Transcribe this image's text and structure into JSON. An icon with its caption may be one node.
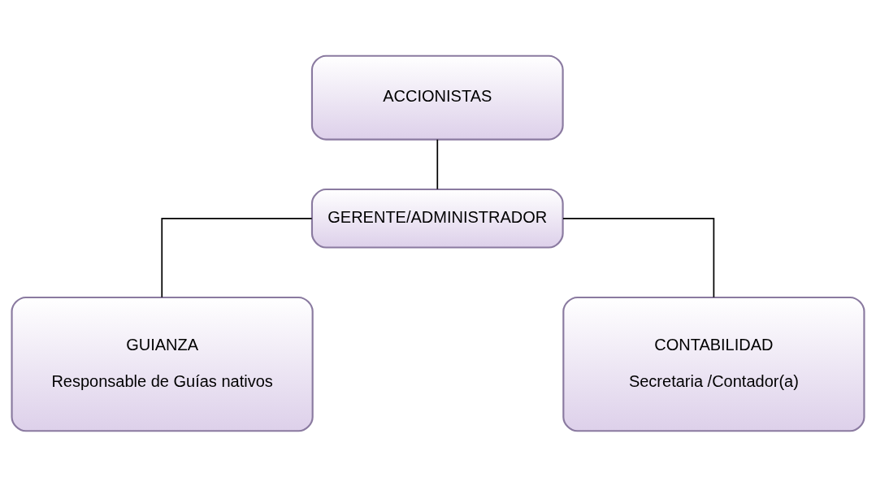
{
  "diagram": {
    "nodes": [
      {
        "text": [
          "ACCIONISTAS"
        ]
      },
      {
        "text": [
          "GERENTE/ADMINISTRADOR"
        ]
      },
      {
        "text": [
          "GUIANZA",
          "Responsable de Guías nativos"
        ]
      },
      {
        "text": [
          "CONTABILIDAD",
          "Secretaria /Contador(a)"
        ]
      }
    ],
    "edges": [
      {
        "from": 0,
        "to": 1,
        "arrow": "none"
      },
      {
        "from": 1,
        "to": 2,
        "arrow": "none"
      },
      {
        "from": 1,
        "to": 3,
        "arrow": "none"
      }
    ]
  }
}
